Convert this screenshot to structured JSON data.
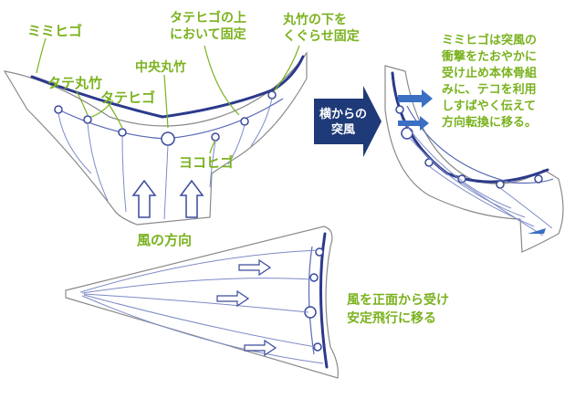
{
  "labels": {
    "mimihigo_top": "ミミヒゴ",
    "tatehigo_top_line1": "タテヒゴの上",
    "tatehigo_top_line2": "において固定",
    "marutake_bottom_line1": "丸竹の下を",
    "marutake_bottom_line2": "くぐらせ固定",
    "tate_marutake": "タテ丸竹",
    "tatehigo": "タテヒゴ",
    "chuo_marutake": "中央丸竹",
    "yokohigo": "ヨコヒゴ",
    "wind_direction": "風の方向",
    "side_gust_line1": "横からの",
    "side_gust_line2": "突風",
    "explain_line1": "ミミヒゴは突風の",
    "explain_line2": "衝撃をたおやかに",
    "explain_line3": "受け止め本体骨組",
    "explain_line4": "みに、テコを利用",
    "explain_line5": "しすばやく伝えて",
    "explain_line6": "方向転換に移る。",
    "front_line1": "風を正面から受け",
    "front_line2": "安定飛行に移る"
  },
  "colors": {
    "label_green": "#7ab21e",
    "frame_blue": "#2b3a8c",
    "arrow_navy": "#1f3a78"
  }
}
